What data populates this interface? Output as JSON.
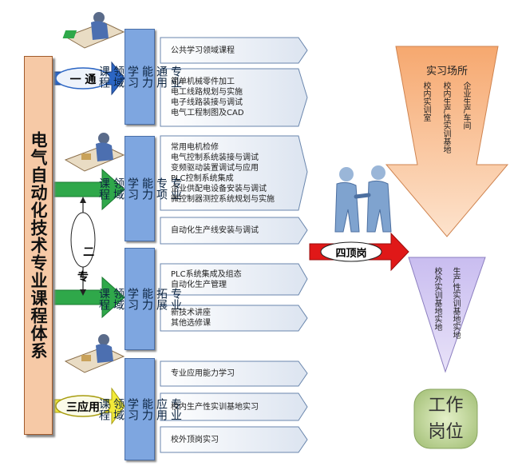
{
  "main_title": "电气自动化技术专业课程体系",
  "stages": [
    {
      "label": "一 通"
    },
    {
      "label": "二\n专"
    },
    {
      "label": "三应用"
    }
  ],
  "areas": [
    {
      "label": "专业\n通用\n能力\n学习\n领域\n课程"
    },
    {
      "label": "专业\n专项\n能力\n学习\n领域\n课程"
    },
    {
      "label": "专业\n拓展\n能力\n学习\n领域\n课程"
    },
    {
      "label": "专业\n应用\n能力\n学习\n领域\n课程"
    }
  ],
  "courses": [
    {
      "text": "公共学习领域课程"
    },
    {
      "text": "简单机械零件加工\n电工线路规划与实施\n电子线路装接与调试\n电气工程制图及CAD"
    },
    {
      "text": "常用电机检修\n电气控制系统装接与调试\n变频驱动装置调试与应用\nPLC控制系统集成\n企业供配电设备安装与调试\n微控制器测控系统规划与实施"
    },
    {
      "text": "自动化生产线安装与调试"
    },
    {
      "text": "PLC系统集成及组态\n自动化生产管理"
    },
    {
      "text": "新技术讲座\n其他选修课"
    },
    {
      "text": "专业应用能力学习"
    },
    {
      "text": "校内生产性实训基地实习"
    },
    {
      "text": "校外顶岗实习"
    }
  ],
  "practice": {
    "title": "实习场所",
    "cols": [
      "企业生产车间",
      "校内生产性实训基地",
      "校内实训室"
    ],
    "lower_cols": [
      "生产性实训基地实地",
      "校外实训基地实地"
    ]
  },
  "post_label": "四顶岗",
  "workplace": "工作\n岗位",
  "colors": {
    "title_bg": "#f6c9a6",
    "area_bg": "#7ea6e0",
    "arrow_green": "#2fa84a",
    "practice_orange": "#f7b887",
    "practice_purple": "#b7a8dc",
    "workplace_green": "#c6dca0"
  }
}
